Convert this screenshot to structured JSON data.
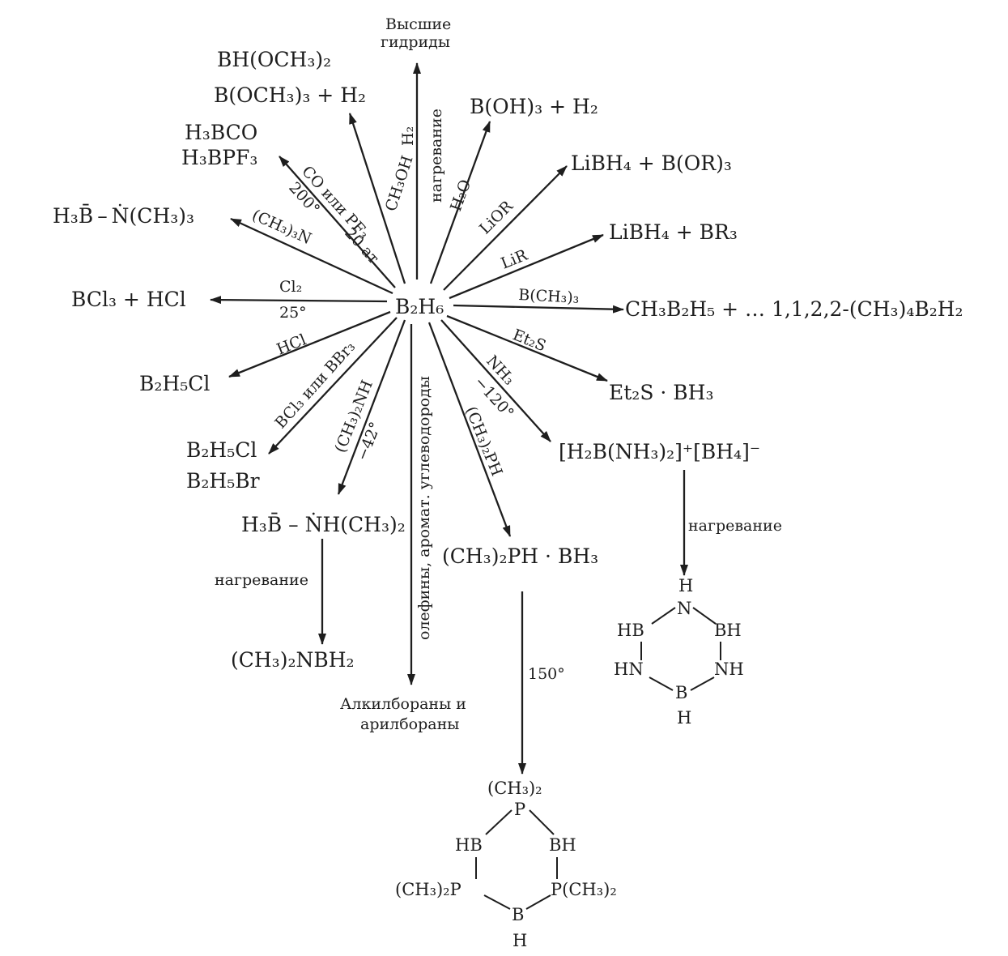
{
  "center": "B₂H₆",
  "products": {
    "higher_hydrides": [
      "Высшие",
      "гидриды"
    ],
    "boron_methoxy": [
      "BH(OCH₃)₂",
      "B(OCH₃)₃ + H₂"
    ],
    "boric_acid": "B(OH)₃ + H₂",
    "borane_co": [
      "H₃BCO",
      "H₃BPF₃"
    ],
    "libh4_alkoxide": "LiBH₄ + B(OR)₃",
    "amine_adduct": "H₃B̄ – Ṅ(CH₃)₃",
    "libh4_trialkyl": "LiBH₄ + BR₃",
    "bcl3": "BCl₃ + HCl",
    "methyl_diborane": "CH₃B₂H₅ + … 1,1,2,2-(CH₃)₄B₂H₂",
    "b2h5cl": "B₂H₅Cl",
    "et2s_adduct": "Et₂S · BH₃",
    "halodiboranes": [
      "B₂H₅Cl",
      "B₂H₅Br"
    ],
    "ammonia_salt": "[H₂B(NH₃)₂]⁺[BH₄]⁻",
    "dimethylamine_adduct": "H₃B̄ – ṄH(CH₃)₂",
    "phosphine_adduct": "(CH₃)₂PH · BH₃",
    "aminoborane": "(CH₃)₂NBH₂",
    "alkylboranes": [
      "Алкилбораны и",
      "арилбораны"
    ]
  },
  "conditions": {
    "heating_vertical": "нагревание",
    "h2": "H₂",
    "ch3oh": "CH₃OH",
    "h2o": "H₂O",
    "co_pf3": "CO или PF₃",
    "temp_200": "200°",
    "pressure_20": "20 ат",
    "lior": "LiOR",
    "me3n": "(CH₃)₃N",
    "lir": "LiR",
    "cl2": "Cl₂",
    "temp_25": "25°",
    "bme3": "B(CH₃)₃",
    "hcl": "HCl",
    "et2s": "Et₂S",
    "bcl3_bbr3": "BCl₃ или BBr₃",
    "me2nh": "(CH₃)₂NH",
    "temp_m42": "−42°",
    "olefins": "олефины, аромат. углеводороды",
    "me2ph": "(CH₃)₂PH",
    "nh3": "NH₃",
    "temp_m120": "−120°",
    "heating_amine": "нагревание",
    "heating_salt": "нагревание",
    "temp_150": "150°"
  },
  "borazine": {
    "top_h": "H",
    "top_n": "N",
    "hb_left": "HB",
    "bh_right": "BH",
    "hn_left": "HN",
    "nh_right": "NH",
    "bottom_b": "B",
    "bottom_h": "H"
  },
  "phosphinoborane": {
    "top_sub": "(CH₃)₂",
    "top_p": "P",
    "hb_left": "HB",
    "bh_right": "BH",
    "p_left": "(CH₃)₂P",
    "p_right": "P(CH₃)₂",
    "bottom_b": "B",
    "bottom_h": "H"
  }
}
